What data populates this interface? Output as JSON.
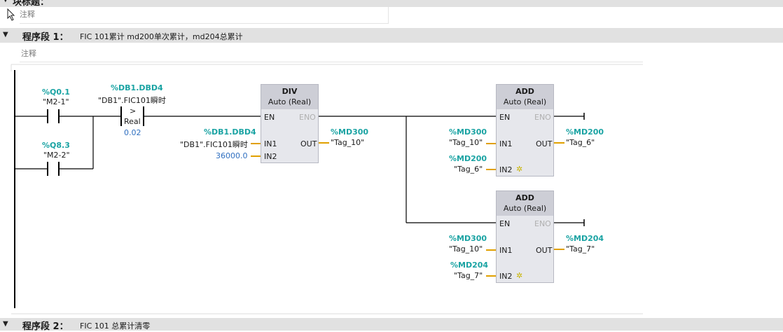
{
  "top_block": {
    "title": "块标题：",
    "comment": "注释"
  },
  "segment1": {
    "title": "程序段 1：",
    "comment_text": "FIC 101累计  md200单次累计，md204总累计",
    "comment_label": "注释"
  },
  "contacts": {
    "c1": {
      "address": "%Q0.1",
      "tag": "\"M2-1\""
    },
    "c2": {
      "address": "%Q8.3",
      "tag": "\"M2-2\""
    },
    "cmp": {
      "address": "%DB1.DBD4",
      "tag": "\"DB1\".FIC101瞬时",
      "op": ">",
      "type": "Real",
      "value": "0.02"
    }
  },
  "div_box": {
    "name": "DIV",
    "type": "Auto (Real)",
    "en": "EN",
    "eno": "ENO",
    "in1": "IN1",
    "in2": "IN2",
    "out": "OUT",
    "in1_address": "%DB1.DBD4",
    "in1_tag": "\"DB1\".FIC101瞬时",
    "in2_value": "36000.0",
    "out_address": "%MD300",
    "out_tag": "\"Tag_10\""
  },
  "add_box_1": {
    "name": "ADD",
    "type": "Auto (Real)",
    "en": "EN",
    "eno": "ENO",
    "in1": "IN1",
    "in2": "IN2",
    "out": "OUT",
    "in1_address": "%MD300",
    "in1_tag": "\"Tag_10\"",
    "in2_address": "%MD200",
    "in2_tag": "\"Tag_6\"",
    "out_address": "%MD200",
    "out_tag": "\"Tag_6\""
  },
  "add_box_2": {
    "name": "ADD",
    "type": "Auto (Real)",
    "en": "EN",
    "eno": "ENO",
    "in1": "IN1",
    "in2": "IN2",
    "out": "OUT",
    "in1_address": "%MD300",
    "in1_tag": "\"Tag_10\"",
    "in2_address": "%MD204",
    "in2_tag": "\"Tag_7\"",
    "out_address": "%MD204",
    "out_tag": "\"Tag_7\""
  },
  "segment2": {
    "title": "程序段 2：",
    "comment_text": "FIC 101 总累计清零"
  },
  "icons": {
    "expand": "chevron-down-icon",
    "add_pin": "star-icon",
    "cursor": "cursor-icon"
  },
  "colors": {
    "address": "#1aa3a3",
    "constant": "#2f6fc0",
    "wire": "#e0a000",
    "box": "#e6e7ec",
    "box_header": "#cdced6",
    "band": "#e1e1e1"
  }
}
